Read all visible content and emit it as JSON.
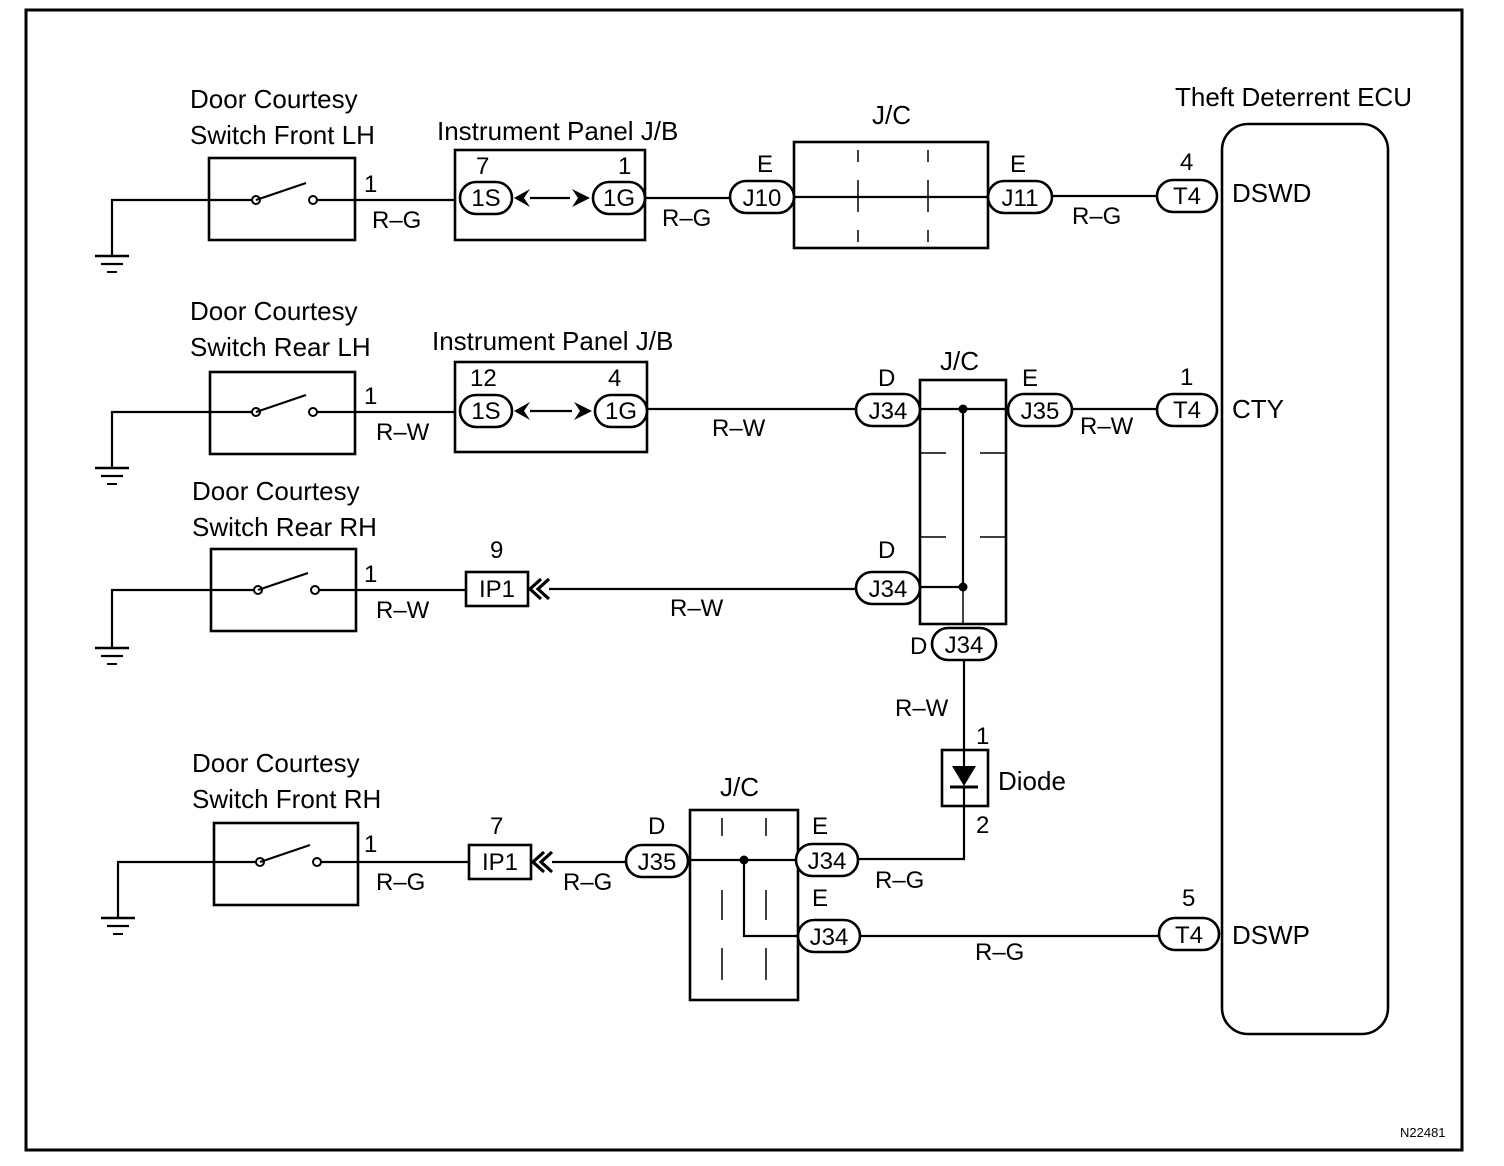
{
  "ecu": {
    "title": "Theft Deterrent ECU",
    "terminals": [
      {
        "pin": "4",
        "conn": "T4",
        "name": "DSWD"
      },
      {
        "pin": "1",
        "conn": "T4",
        "name": "CTY"
      },
      {
        "pin": "5",
        "conn": "T4",
        "name": "DSWP"
      }
    ]
  },
  "switches": [
    {
      "line1": "Door Courtesy",
      "line2": "Switch Front LH",
      "pin": "1",
      "wire": "R–G"
    },
    {
      "line1": "Door Courtesy",
      "line2": "Switch Rear LH",
      "pin": "1",
      "wire": "R–W"
    },
    {
      "line1": "Door Courtesy",
      "line2": "Switch Rear RH",
      "pin": "1",
      "wire": "R–W"
    },
    {
      "line1": "Door Courtesy",
      "line2": "Switch Front RH",
      "pin": "1",
      "wire": "R–G"
    }
  ],
  "jb": [
    {
      "title": "Instrument Panel J/B",
      "pin_left": "7",
      "pin_right": "1",
      "conn_left": "1S",
      "conn_right": "1G",
      "wire_out": "R–G"
    },
    {
      "title": "Instrument Panel J/B",
      "pin_left": "12",
      "pin_right": "4",
      "conn_left": "1S",
      "conn_right": "1G",
      "wire_out": "R–W"
    }
  ],
  "ip1": [
    {
      "pin": "9",
      "conn": "IP1",
      "wire_out": "R–W"
    },
    {
      "pin": "7",
      "conn": "IP1",
      "wire_out": "R–G"
    }
  ],
  "jc_top": {
    "title": "J/C",
    "left_letter": "E",
    "left_conn": "J10",
    "right_letter": "E",
    "right_conn": "J11",
    "wire_out": "R–G"
  },
  "jc_mid": {
    "title": "J/C",
    "in1_letter": "D",
    "in1_conn": "J34",
    "out_letter": "E",
    "out_conn": "J35",
    "out_wire": "R–W",
    "in2_letter": "D",
    "in2_conn": "J34",
    "bottom_letter": "D",
    "bottom_conn": "J34",
    "down_wire": "R–W"
  },
  "diode": {
    "label": "Diode",
    "pin_top": "1",
    "pin_bottom": "2"
  },
  "jc_bot": {
    "title": "J/C",
    "in_letter": "D",
    "in_conn": "J35",
    "out1_letter": "E",
    "out1_conn": "J34",
    "out1_wire": "R–G",
    "out2_letter": "E",
    "out2_conn": "J34",
    "out2_wire": "R–G"
  },
  "figure_code": "N22481"
}
